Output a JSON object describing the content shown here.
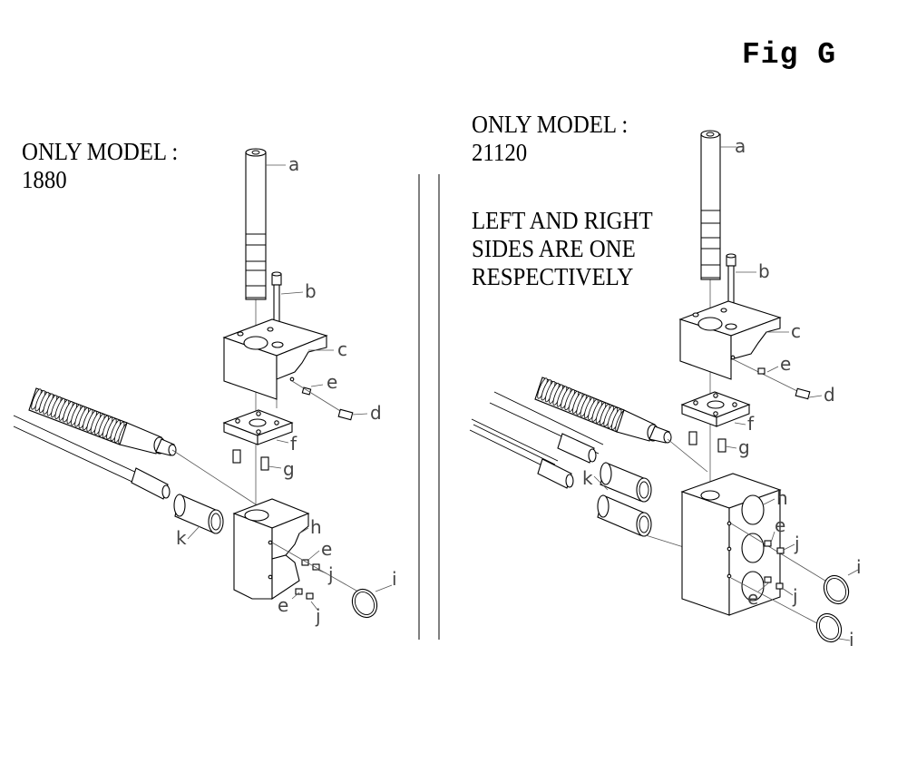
{
  "figure": {
    "title": "Fig G"
  },
  "left_panel": {
    "note_lines": [
      "ONLY MODEL :",
      "1880"
    ],
    "labels": {
      "a": "a",
      "b": "b",
      "c": "c",
      "d": "d",
      "e1": "e",
      "e2": "e",
      "e3": "e",
      "f": "f",
      "g": "g",
      "h": "h",
      "i": "i",
      "j1": "j",
      "j2": "j",
      "k": "k"
    }
  },
  "right_panel": {
    "note_lines": [
      "ONLY MODEL :",
      "21120"
    ],
    "extra_lines": [
      "LEFT AND RIGHT",
      "SIDES ARE ONE",
      "RESPECTIVELY"
    ],
    "labels": {
      "a": "a",
      "b": "b",
      "c": "c",
      "d": "d",
      "e1": "e",
      "e2": "e",
      "e3": "e",
      "f": "f",
      "g": "g",
      "h": "h",
      "i1": "i",
      "i2": "i",
      "j1": "j",
      "j2": "j",
      "k": "k"
    }
  }
}
